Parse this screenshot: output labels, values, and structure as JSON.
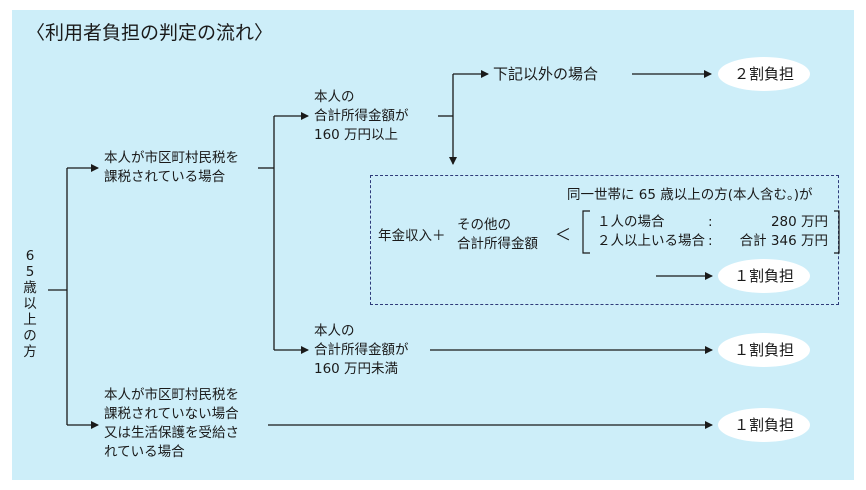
{
  "title": "〈利用者負担の判定の流れ〉",
  "root": {
    "label": "65歳以上の方"
  },
  "taxed": {
    "lines": [
      "本人が市区町村民税を",
      "課税されている場合"
    ]
  },
  "not_taxed": {
    "lines": [
      "本人が市区町村民税を",
      "課税されていない場合",
      "又は生活保護を受給さ",
      "れている場合"
    ]
  },
  "high_income": {
    "lines": [
      "本人の",
      "合計所得金額が",
      "160 万円以上"
    ]
  },
  "low_income": {
    "lines": [
      "本人の",
      "合計所得金額が",
      "160 万円未満"
    ]
  },
  "other_case": "下記以外の場合",
  "condition": {
    "heading": "同一世帯に 65 歳以上の方(本人含む。)が",
    "lhs": "年金収入＋",
    "other_lines": [
      "その他の",
      "合計所得金額"
    ],
    "lt": "＜",
    "cases": [
      {
        "label": "１人の場合",
        "colon": ":",
        "value": "280 万円"
      },
      {
        "label": "２人以上いる場合",
        "colon": ":",
        "value": "合計 346 万円"
      }
    ]
  },
  "results": {
    "two": "２割負担",
    "one_cond": "１割負担",
    "one_low": "１割負担",
    "one_nontax": "１割負担"
  }
}
